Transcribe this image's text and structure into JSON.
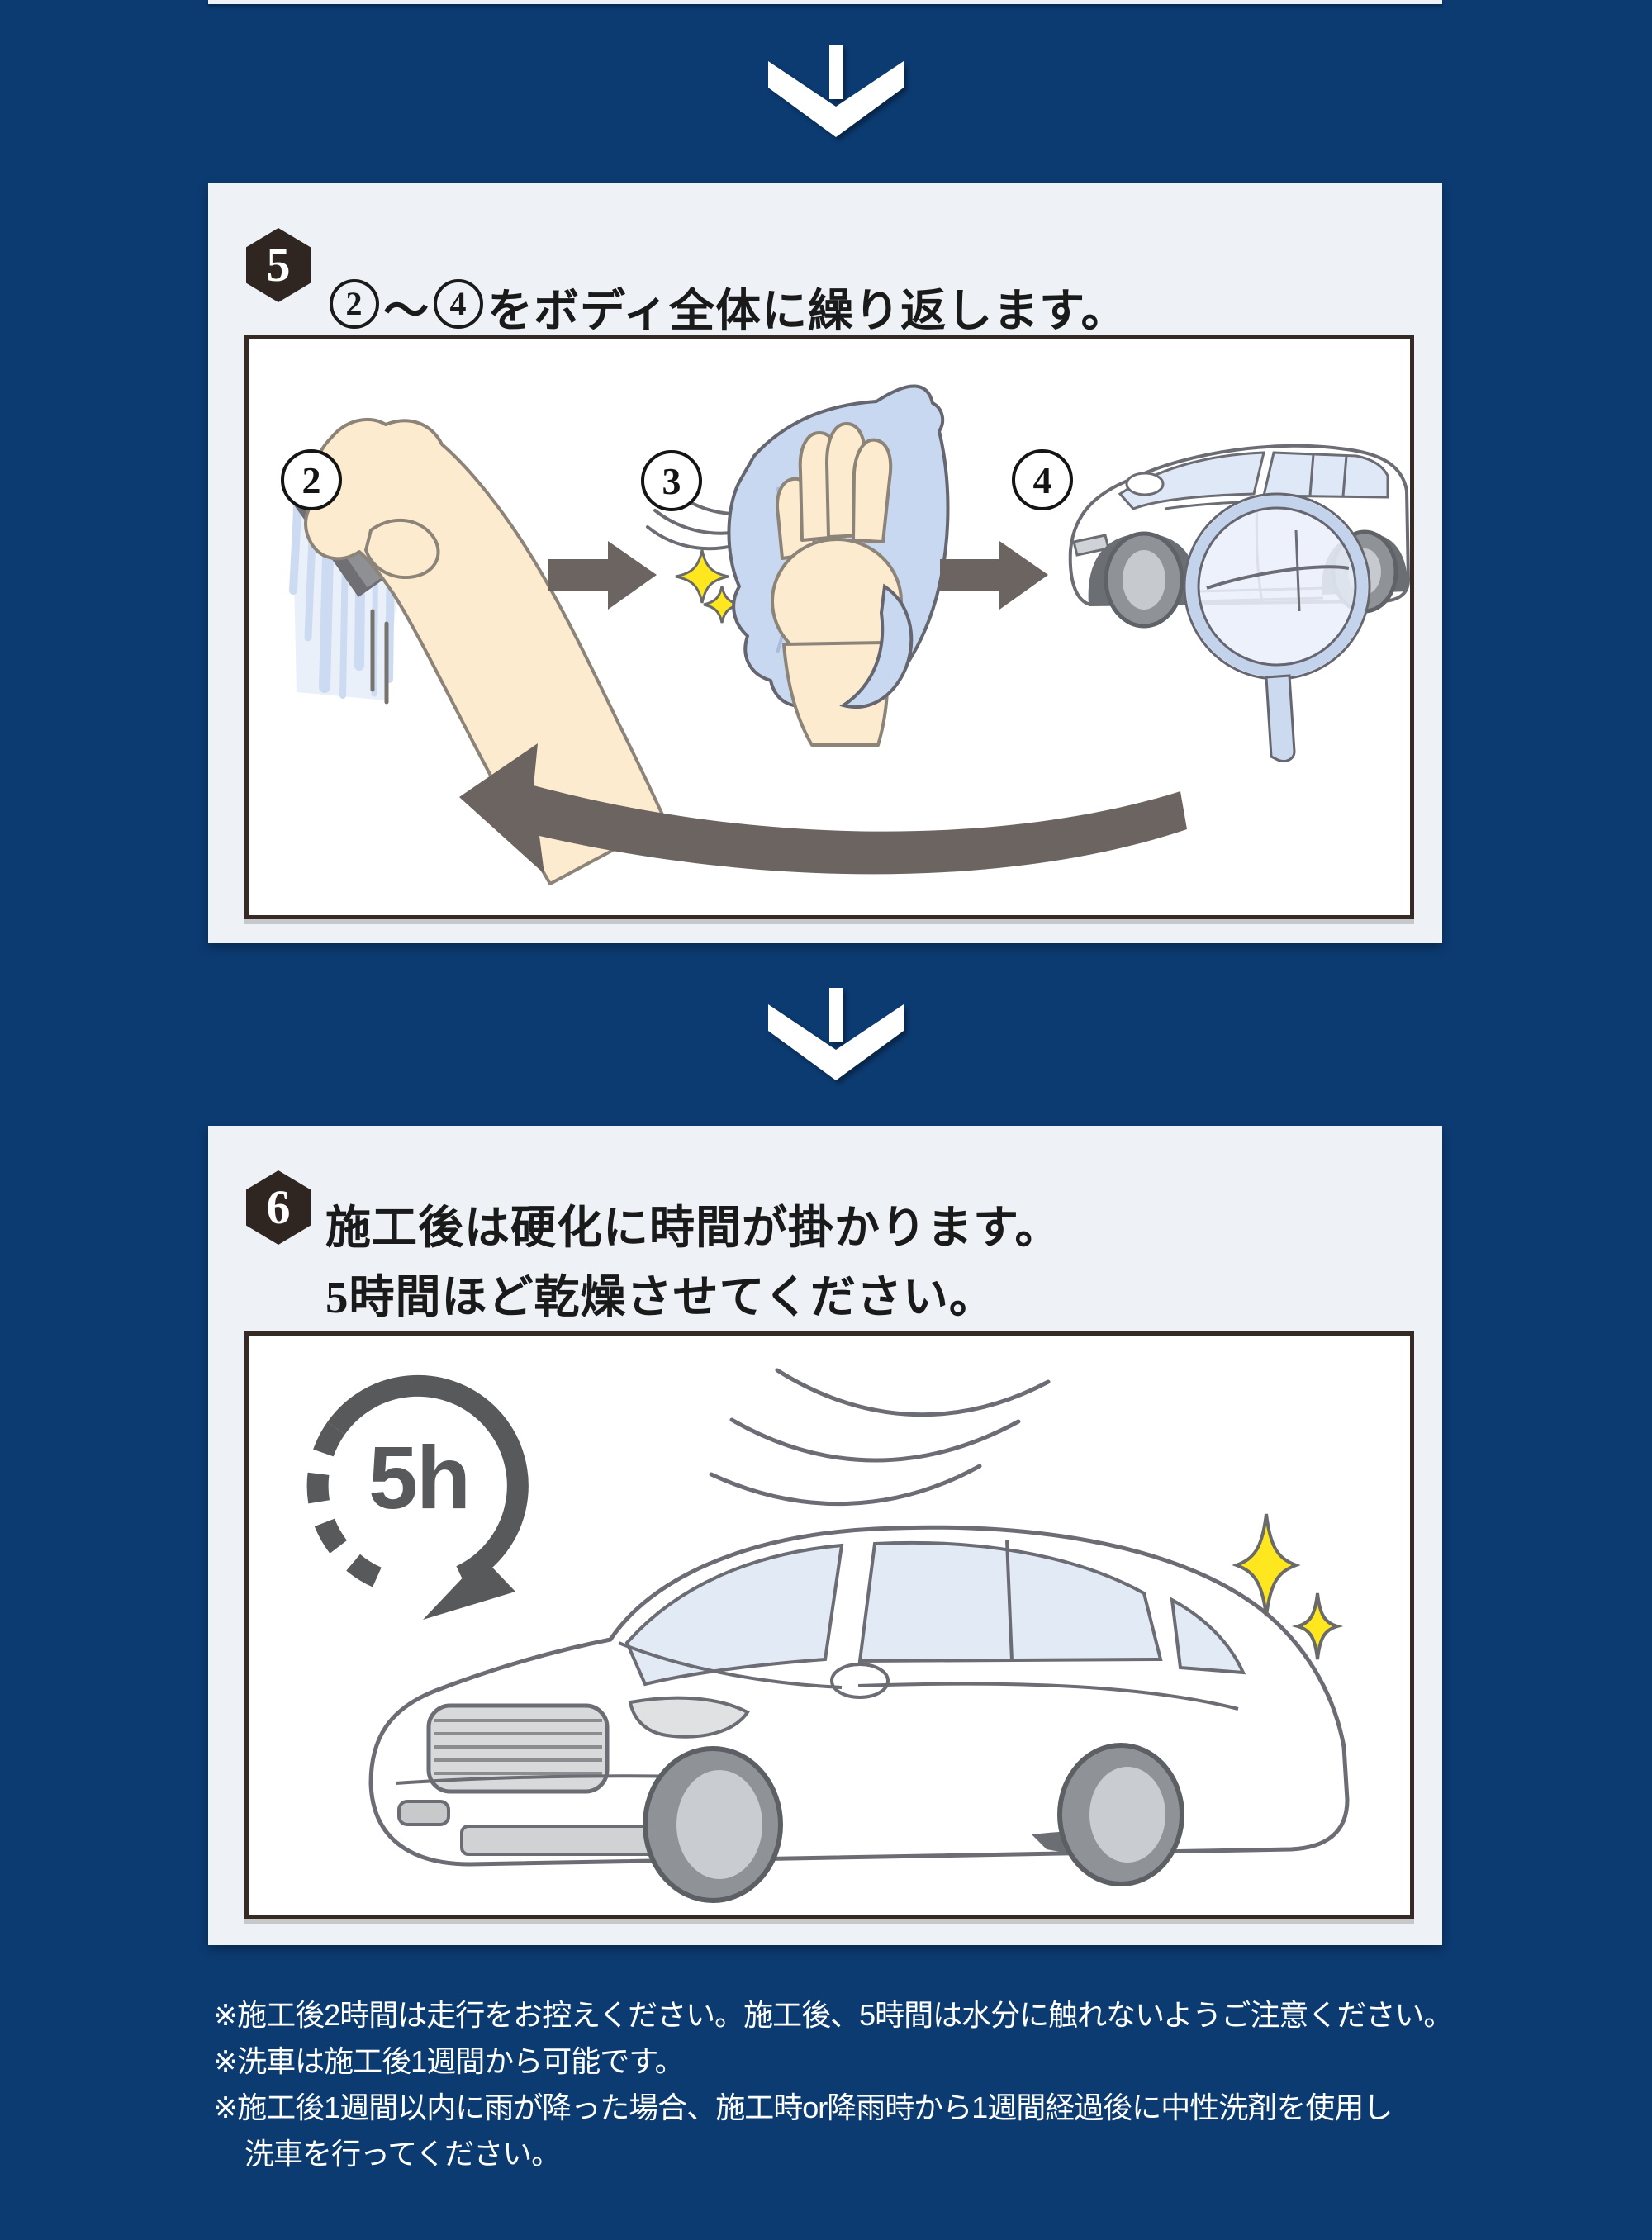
{
  "colors": {
    "background_navy": "#0c3b72",
    "card_background": "#eef2f7",
    "badge_black": "#2f2621",
    "arrow_gray": "#6b6461",
    "sparkle_yellow": "#ffe71f",
    "cloth_blue": "#c7d8f0",
    "skin": "#fdebd0",
    "clock_gray": "#58595b",
    "note_text": "#ffffff"
  },
  "step5": {
    "badge": "5",
    "title": {
      "circled_start": "2",
      "tilde": "〜",
      "circled_end": "4",
      "suffix": "をボディ全体に繰り返します。"
    },
    "labels": {
      "spray": "2",
      "wipe": "3",
      "check": "4"
    }
  },
  "step6": {
    "badge": "6",
    "title_line1": "施工後は硬化に時間が掛かります。",
    "title_line2": "5時間ほど乾燥させてください。",
    "duration": "5h"
  },
  "notes": {
    "lines": [
      {
        "marker": "※",
        "text": "施工後2時間は走行をお控えください。施工後、5時間は水分に触れないようご注意ください。"
      },
      {
        "marker": "※",
        "text": "洗車は施工後1週間から可能です。"
      },
      {
        "marker": "※",
        "text": "施工後1週間以内に雨が降った場合、施工時or降雨時から1週間経過後に中性洗剤を使用し"
      },
      {
        "marker": "",
        "text": "洗車を行ってください。"
      }
    ]
  }
}
